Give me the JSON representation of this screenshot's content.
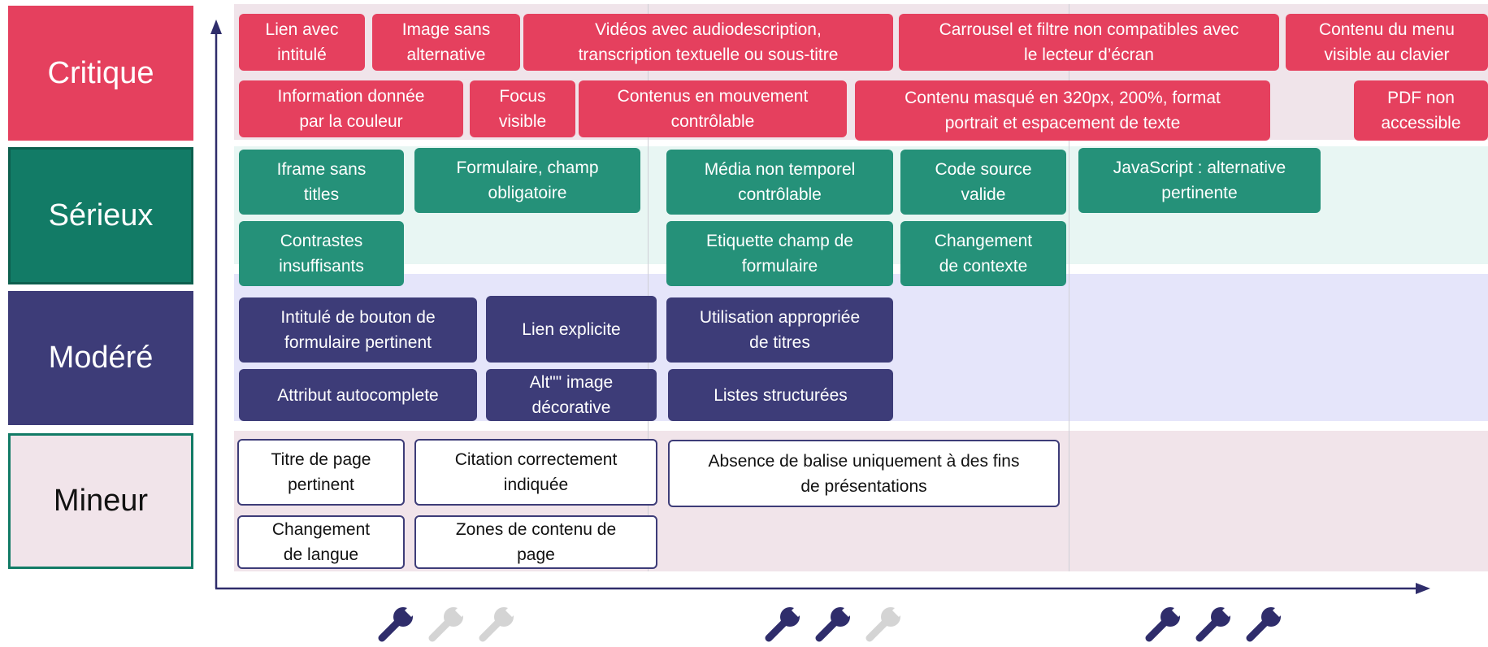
{
  "colors": {
    "critique": "#e5405e",
    "serieux": "#259179",
    "modere": "#3d3c78",
    "mineur_label_bg": "#f1e4ea",
    "axis": "#2f2d6b",
    "wrench_active": "#2f2d6b",
    "wrench_inactive": "#d4d4d4"
  },
  "levels": {
    "critique": "Critique",
    "serieux": "Sérieux",
    "modere": "Modéré",
    "mineur": "Mineur"
  },
  "items": {
    "critique": [
      "Lien avec\nintitulé",
      "Image sans\nalternative",
      "Vidéos avec audiodescription,\ntranscription  textuelle ou sous-titre",
      "Carrousel et filtre non compatibles avec\nle lecteur d’écran",
      "Contenu du menu\nvisible au clavier",
      "Information donnée\npar la couleur",
      "Focus\nvisible",
      "Contenus en mouvement\ncontrôlable",
      "Contenu masqué en 320px, 200%, format\nportrait  et espacement de texte",
      "PDF non\naccessible"
    ],
    "serieux": [
      "Iframe sans\ntitles",
      "Formulaire, champ\nobligatoire",
      "Média non temporel\ncontrôlable",
      "Code source\nvalide",
      "JavaScript : alternative\npertinente",
      "Contrastes\ninsuffisants",
      "Etiquette champ de\nformulaire",
      "Changement\nde contexte"
    ],
    "modere": [
      "Intitulé de bouton de\nformulaire pertinent",
      "Lien explicite",
      "Utilisation appropriée\nde titres",
      "Attribut  autocomplete",
      "Alt\"\" image\ndécorative",
      "Listes structurées"
    ],
    "mineur": [
      "Titre de page\npertinent",
      "Citation correctement\nindiquée",
      "Absence de balise uniquement à des fins\nde présentations",
      "Changement\nde langue",
      "Zones de contenu de\npage"
    ]
  },
  "effort_groups": [
    {
      "active": 1,
      "total": 3
    },
    {
      "active": 2,
      "total": 3
    },
    {
      "active": 3,
      "total": 3
    }
  ]
}
